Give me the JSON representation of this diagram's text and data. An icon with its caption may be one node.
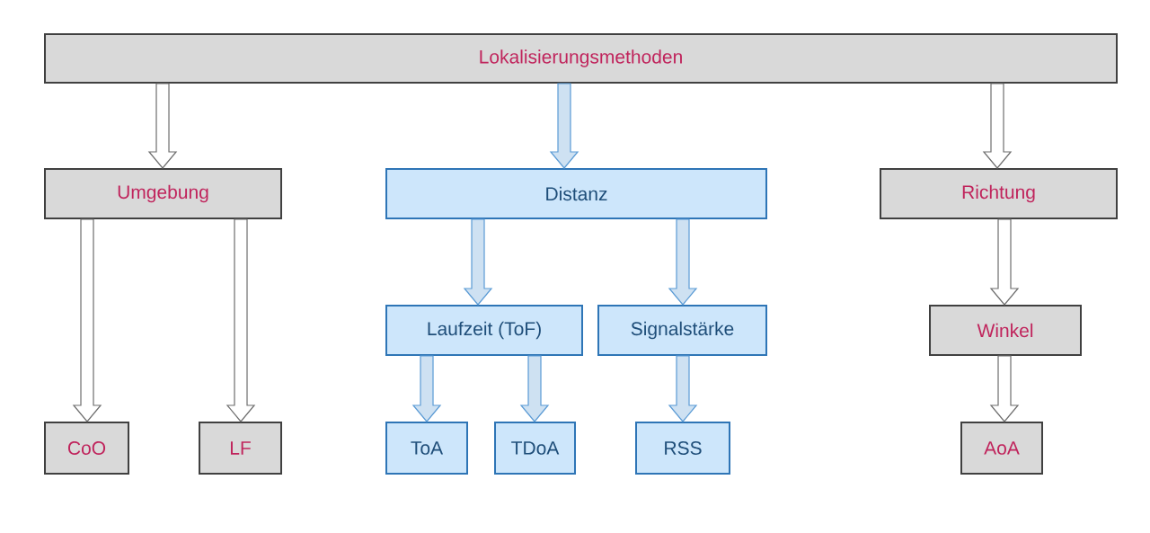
{
  "diagram": {
    "nodes": [
      {
        "text": [
          "Lokalisierungsmethoden"
        ]
      },
      {
        "text": [
          "Umgebung"
        ]
      },
      {
        "text": [
          "Distanz"
        ]
      },
      {
        "text": [
          "Richtung"
        ]
      },
      {
        "text": [
          "Laufzeit (ToF)"
        ]
      },
      {
        "text": [
          "Signalstärke"
        ]
      },
      {
        "text": [
          "Winkel"
        ]
      },
      {
        "text": [
          "CoO"
        ]
      },
      {
        "text": [
          "LF"
        ]
      },
      {
        "text": [
          "ToA"
        ]
      },
      {
        "text": [
          "TDoA"
        ]
      },
      {
        "text": [
          "RSS"
        ]
      },
      {
        "text": [
          "AoA"
        ]
      }
    ],
    "edges": [
      {
        "from": 0,
        "to": 1,
        "arrow": "to"
      },
      {
        "from": 0,
        "to": 2,
        "arrow": "to",
        "color": "#5b9bd5"
      },
      {
        "from": 0,
        "to": 3,
        "arrow": "to"
      },
      {
        "from": 1,
        "to": 7,
        "arrow": "to"
      },
      {
        "from": 1,
        "to": 8,
        "arrow": "to"
      },
      {
        "from": 2,
        "to": 4,
        "arrow": "to",
        "color": "#5b9bd5"
      },
      {
        "from": 2,
        "to": 5,
        "arrow": "to",
        "color": "#5b9bd5"
      },
      {
        "from": 3,
        "to": 6,
        "arrow": "to"
      },
      {
        "from": 4,
        "to": 9,
        "arrow": "to",
        "color": "#5b9bd5"
      },
      {
        "from": 4,
        "to": 10,
        "arrow": "to",
        "color": "#5b9bd5"
      },
      {
        "from": 5,
        "to": 11,
        "arrow": "to",
        "color": "#5b9bd5"
      },
      {
        "from": 6,
        "to": 12,
        "arrow": "to"
      }
    ]
  }
}
